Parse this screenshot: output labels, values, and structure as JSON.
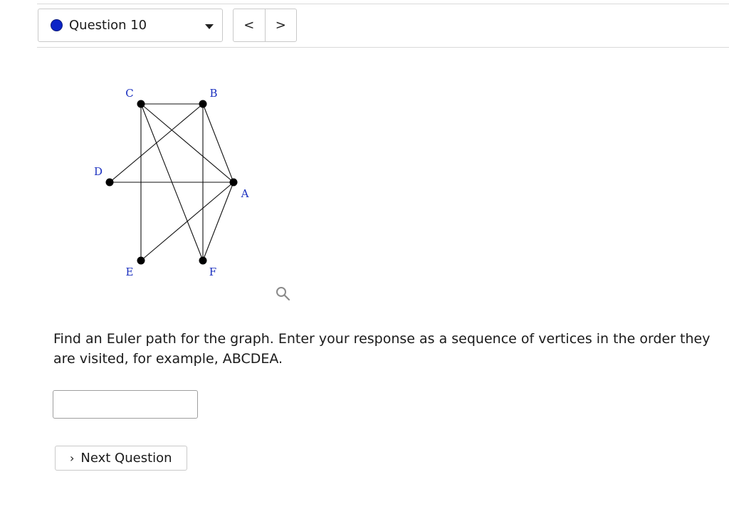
{
  "header": {
    "question_selector_label": "Question 10",
    "status_color": "#0b24c7",
    "caret_icon": "caret-down-icon",
    "prev_label": "<",
    "next_label": ">"
  },
  "graph": {
    "vertices": [
      {
        "id": "A",
        "label": "A"
      },
      {
        "id": "B",
        "label": "B"
      },
      {
        "id": "C",
        "label": "C"
      },
      {
        "id": "D",
        "label": "D"
      },
      {
        "id": "E",
        "label": "E"
      },
      {
        "id": "F",
        "label": "F"
      }
    ],
    "edges": [
      [
        "C",
        "B"
      ],
      [
        "C",
        "A"
      ],
      [
        "C",
        "E"
      ],
      [
        "C",
        "F"
      ],
      [
        "B",
        "D"
      ],
      [
        "B",
        "A"
      ],
      [
        "B",
        "F"
      ],
      [
        "D",
        "A"
      ],
      [
        "A",
        "E"
      ],
      [
        "A",
        "F"
      ]
    ],
    "label_color": "#1a2fbf",
    "zoom_icon": "magnifier-icon"
  },
  "question": {
    "prompt": "Find an Euler path for the graph. Enter your response as a sequence of vertices in the order they are visited, for example, ABCDEA.",
    "answer_value": "",
    "answer_placeholder": ""
  },
  "footer": {
    "next_question_label": "Next Question"
  }
}
